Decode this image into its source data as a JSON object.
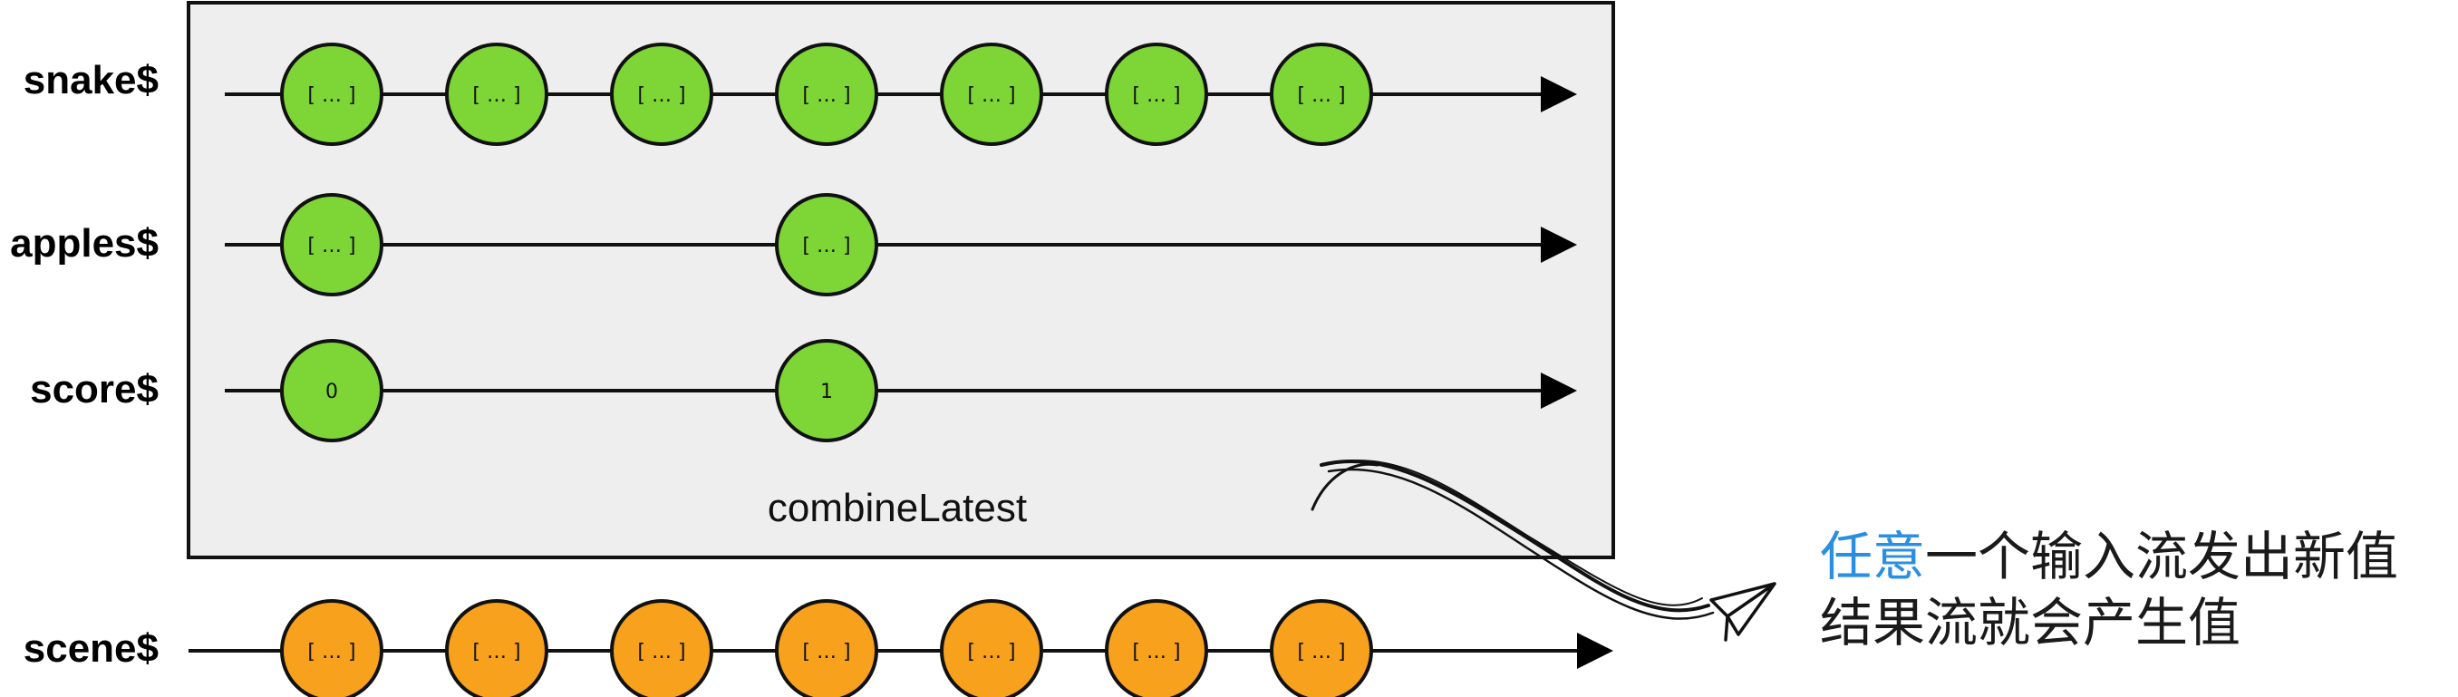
{
  "streams": [
    {
      "id": "snake",
      "label": "snake$",
      "marbles": [
        "[ … ]",
        "[ … ]",
        "[ … ]",
        "[ … ]",
        "[ … ]",
        "[ … ]",
        "[ … ]"
      ]
    },
    {
      "id": "apples",
      "label": "apples$",
      "marbles": [
        "[ … ]",
        "[ … ]"
      ]
    },
    {
      "id": "score",
      "label": "score$",
      "marbles": [
        "0",
        "1"
      ]
    },
    {
      "id": "scene",
      "label": "scene$",
      "marbles": [
        "[ … ]",
        "[ … ]",
        "[ … ]",
        "[ … ]",
        "[ … ]",
        "[ … ]",
        "[ … ]"
      ]
    }
  ],
  "operator_label": "combineLatest",
  "note": {
    "line1_accent": "任意",
    "line1_rest": "一个输入流发出新值",
    "line2": "结果流就会产生值"
  },
  "colors": {
    "input_marble": "#7ed636",
    "output_marble": "#f7a11d",
    "box_fill": "#eeeeee",
    "note_accent": "#2a8fe0"
  }
}
